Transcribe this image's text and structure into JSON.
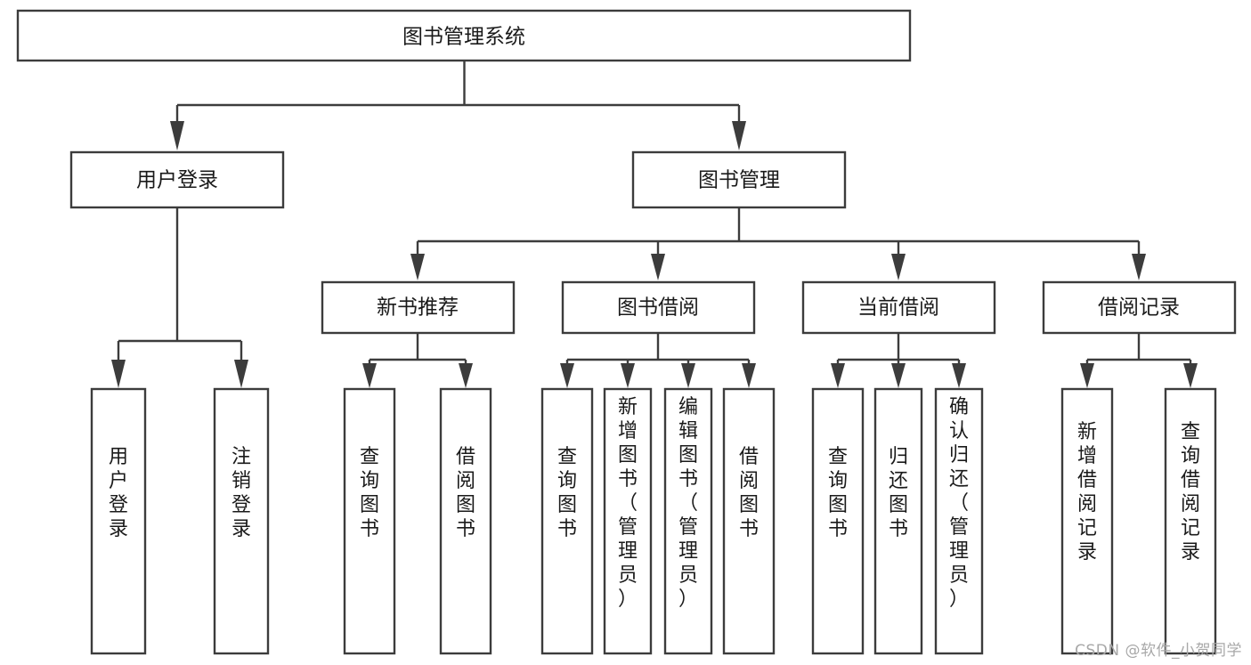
{
  "diagram": {
    "title": "图书管理系统",
    "type": "tree",
    "watermark": "CSDN @软件_小贺同学",
    "colors": {
      "stroke": "#3c3c3c",
      "fill": "#ffffff",
      "text": "#1a1a1a",
      "watermark": "#a8a8a8",
      "background": "#ffffff"
    },
    "levels": [
      {
        "level": 0,
        "orientation": "horizontal",
        "labels": [
          "图书管理系统"
        ]
      },
      {
        "level": 1,
        "orientation": "horizontal",
        "labels": [
          "用户登录",
          "图书管理"
        ]
      },
      {
        "level": 2,
        "orientation": "horizontal",
        "labels": [
          "新书推荐",
          "图书借阅",
          "当前借阅",
          "借阅记录"
        ]
      },
      {
        "level": 3,
        "orientation": "vertical",
        "labels": [
          "用户登录",
          "注销登录",
          "查询图书",
          "借阅图书",
          "查询图书",
          "新增图书（管理员）",
          "编辑图书（管理员）",
          "借阅图书",
          "查询图书",
          "归还图书",
          "确认归还（管理员）",
          "新增借阅记录",
          "查询借阅记录"
        ]
      }
    ],
    "nodes": {
      "root": {
        "label": "图书管理系统",
        "orientation": "horizontal"
      },
      "user_login": {
        "label": "用户登录",
        "orientation": "horizontal"
      },
      "book_manage": {
        "label": "图书管理",
        "orientation": "horizontal"
      },
      "new_book_rec": {
        "label": "新书推荐",
        "orientation": "horizontal"
      },
      "book_borrow": {
        "label": "图书借阅",
        "orientation": "horizontal"
      },
      "current_borrow": {
        "label": "当前借阅",
        "orientation": "horizontal"
      },
      "borrow_record": {
        "label": "借阅记录",
        "orientation": "horizontal"
      },
      "leaf_user_login": {
        "label": "用户登录",
        "orientation": "vertical"
      },
      "leaf_logout": {
        "label": "注销登录",
        "orientation": "vertical"
      },
      "leaf_query_book_1": {
        "label": "查询图书",
        "orientation": "vertical"
      },
      "leaf_borrow_book_1": {
        "label": "借阅图书",
        "orientation": "vertical"
      },
      "leaf_query_book_2": {
        "label": "查询图书",
        "orientation": "vertical"
      },
      "leaf_add_book_admin": {
        "label": "新增图书（管理员）",
        "orientation": "vertical"
      },
      "leaf_edit_book_admin": {
        "label": "编辑图书（管理员）",
        "orientation": "vertical"
      },
      "leaf_borrow_book_2": {
        "label": "借阅图书",
        "orientation": "vertical"
      },
      "leaf_query_book_3": {
        "label": "查询图书",
        "orientation": "vertical"
      },
      "leaf_return_book": {
        "label": "归还图书",
        "orientation": "vertical"
      },
      "leaf_confirm_return_admin": {
        "label": "确认归还（管理员）",
        "orientation": "vertical"
      },
      "leaf_add_borrow_record": {
        "label": "新增借阅记录",
        "orientation": "vertical"
      },
      "leaf_query_borrow_record": {
        "label": "查询借阅记录",
        "orientation": "vertical"
      }
    },
    "edges": [
      {
        "from": "root",
        "to": "user_login"
      },
      {
        "from": "root",
        "to": "book_manage"
      },
      {
        "from": "user_login",
        "to": "leaf_user_login"
      },
      {
        "from": "user_login",
        "to": "leaf_logout"
      },
      {
        "from": "book_manage",
        "to": "new_book_rec"
      },
      {
        "from": "book_manage",
        "to": "book_borrow"
      },
      {
        "from": "book_manage",
        "to": "current_borrow"
      },
      {
        "from": "book_manage",
        "to": "borrow_record"
      },
      {
        "from": "new_book_rec",
        "to": "leaf_query_book_1"
      },
      {
        "from": "new_book_rec",
        "to": "leaf_borrow_book_1"
      },
      {
        "from": "book_borrow",
        "to": "leaf_query_book_2"
      },
      {
        "from": "book_borrow",
        "to": "leaf_add_book_admin"
      },
      {
        "from": "book_borrow",
        "to": "leaf_edit_book_admin"
      },
      {
        "from": "book_borrow",
        "to": "leaf_borrow_book_2"
      },
      {
        "from": "current_borrow",
        "to": "leaf_query_book_3"
      },
      {
        "from": "current_borrow",
        "to": "leaf_return_book"
      },
      {
        "from": "current_borrow",
        "to": "leaf_confirm_return_admin"
      },
      {
        "from": "borrow_record",
        "to": "leaf_add_borrow_record"
      },
      {
        "from": "borrow_record",
        "to": "leaf_query_borrow_record"
      }
    ]
  }
}
